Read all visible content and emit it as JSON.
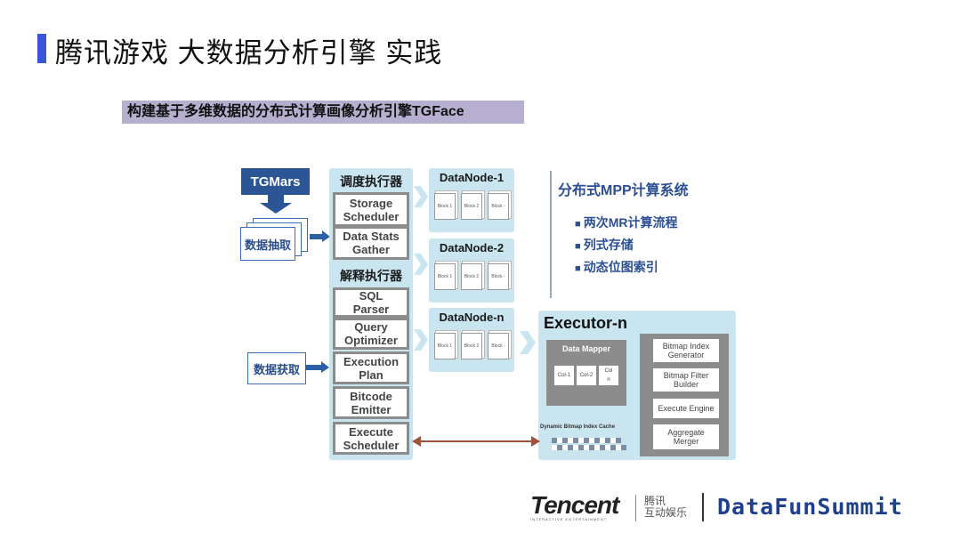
{
  "title": "腾讯游戏 大数据分析引擎 实践",
  "subtitle": "构建基于多维数据的分布式计算画像分析引擎TGFace",
  "source": {
    "label": "TGMars"
  },
  "inputs": {
    "extract": "数据抽取",
    "fetch": "数据获取"
  },
  "scheduler": {
    "title": "调度执行器",
    "items": [
      "Storage\nScheduler",
      "Data Stats\nGather"
    ]
  },
  "interpreter": {
    "title": "解释执行器",
    "items": [
      "SQL\nParser",
      "Query\nOptimizer",
      "Execution\nPlan",
      "Bitcode\nEmitter",
      "Execute\nScheduler"
    ]
  },
  "datanodes": [
    {
      "title": "DataNode-1",
      "blocks": [
        "Block\n1",
        "Block\n2",
        "Block\n-"
      ]
    },
    {
      "title": "DataNode-2",
      "blocks": [
        "Block\n1",
        "Block\n2",
        "Block\n-"
      ]
    },
    {
      "title": "DataNode-n",
      "blocks": [
        "Block\n1",
        "Block\n2",
        "Block\n-"
      ]
    }
  ],
  "executor": {
    "title": "Executor-n",
    "mapper": {
      "title": "Data Mapper",
      "cols": [
        "Col-1",
        "Col-2",
        "Col\nn"
      ]
    },
    "cache_label": "Dynamic Bitmap Index Cache",
    "modules": [
      "Bitmap Index\nGenerator",
      "Bitmap Filter\nBuilder",
      "Execute Engine",
      "Aggregate\nMerger"
    ]
  },
  "mpp": {
    "title": "分布式MPP计算系统",
    "bullets": [
      "两次MR计算流程",
      "列式存储",
      "动态位图索引"
    ]
  },
  "footer": {
    "tencent": "Tencent",
    "tencent_sub": "INTERACTIVE ENTERTAINMENT",
    "tencent_cn": "腾讯\n互动娱乐",
    "datafun": "DataFunSummit"
  },
  "colors": {
    "panel": "#c9e5f0",
    "accent": "#3a56d6",
    "arrow": "#2d5fa6",
    "link": "#a0523d"
  }
}
